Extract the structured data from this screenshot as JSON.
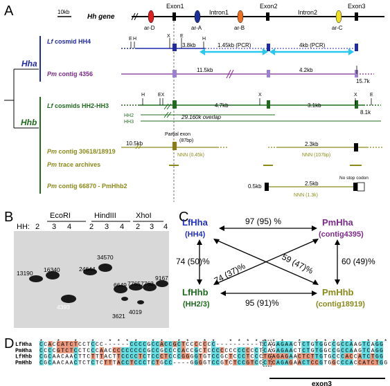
{
  "panel_letters": {
    "a": "A",
    "b": "B",
    "c": "C",
    "d": "D"
  },
  "panel_a": {
    "gene_label": "Hh gene",
    "scale": "10kb",
    "exons": [
      "Exon1",
      "Exon2",
      "Exon3"
    ],
    "introns": [
      "Intron1",
      "Intron2"
    ],
    "ar_elements": [
      "ar-D",
      "ar-A",
      "ar-B",
      "ar-C"
    ],
    "tree": {
      "hha": "Hha",
      "hhb": "Hhb"
    },
    "hha_rows": [
      {
        "species": "Lf",
        "name": "cosmid HH4"
      },
      {
        "species": "Pm",
        "name": "contig 4356"
      }
    ],
    "hha_lf_labels": {
      "e": "E",
      "h1": "H",
      "x": "X",
      "e2": "E",
      "h2": "H",
      "dist1": "3.8kb",
      "pcr1": "1.45kb (PCR)",
      "pcr2": "4kb (PCR)"
    },
    "hha_pm_labels": {
      "d1": "11.5kb",
      "d2": "4.2kb",
      "d3": "15.7k"
    },
    "hhb_lf": {
      "species": "Lf",
      "name": "cosmids HH2-HH3",
      "h": "H",
      "ex": "EX",
      "x": "X",
      "x2": "X",
      "e": "E",
      "d1": "4.7kb",
      "d2": "3.1kb",
      "d3": "8.1k",
      "hh2": "HH2",
      "hh3": "HH3",
      "overlap": "29.160k overlap"
    },
    "hhb_pm1": {
      "species": "Pm",
      "name": "contig 30618/18919",
      "d0": "10.5kb",
      "partial": "Partial exon",
      "partial_bp": "(87bp)",
      "nnn1": "NNN (0.45k)",
      "d2": "2.3kb",
      "nnn2": "NNN (107bp)"
    },
    "hhb_trace": {
      "species": "Pm",
      "name": "trace archives"
    },
    "hhb_pm2": {
      "species": "Pm",
      "name": "contig 66870 - PmHhb2",
      "d1": "0.5kb",
      "d2": "2.5kb",
      "nnn": "NNN (1.3k)",
      "nostop": "No stop codon"
    },
    "colors": {
      "hha_lf": "#1f2aa8",
      "hha_pm": "#7b2a8a",
      "pm_contig_bar": "#9b7fd3",
      "hhb": "#1e6b1e",
      "pm_olive": "#8a8a1a",
      "pcr": "#28c8f0",
      "ar_d": "#e02020",
      "ar_a": "#1a2fa0",
      "ar_b": "#f07020",
      "ar_c": "#f0e020"
    }
  },
  "panel_b": {
    "enzymes": [
      "EcoRI",
      "HindIII",
      "XhoI"
    ],
    "hh_label": "HH:",
    "lanes": [
      "2",
      "3",
      "4",
      "2",
      "3",
      "4",
      "2",
      "3",
      "4"
    ],
    "band_labels": [
      "13190",
      "16340",
      "4393",
      "24644",
      "34570",
      "6649",
      "7765",
      "7762",
      "9167",
      "3621",
      "4019"
    ]
  },
  "panel_c": {
    "nodes": {
      "lfhha": {
        "name": "LfHha",
        "sub": "(HH4)"
      },
      "pmhha": {
        "name": "PmHha",
        "sub": "(contig4395)"
      },
      "lfhhb": {
        "name": "LfHhb",
        "sub": "(HH2/3)"
      },
      "pmhhb": {
        "name": "PmHhb",
        "sub": "(contig18919)"
      }
    },
    "edges": {
      "top": "97 (95) %",
      "left": "74 (50)%",
      "right": "60 (49)%",
      "bottom": "95 (91)%",
      "diag1": "74 (37)%",
      "diag2": "59 (47)%"
    },
    "colors": {
      "lfhha": "#2030c0",
      "pmhha": "#7b2a8a",
      "lfhhb": "#1e6b1e",
      "pmhhb": "#8a8a1a"
    }
  },
  "panel_d": {
    "stars": "* *     *   *    ****       **      **    **                   ******* *   *****  *****  **",
    "rows": [
      {
        "name": "LfHha",
        "seq": "CCACCATCTCCTCCC------CCCCGCCACCGCTCCCCCCC----------TCAGAGAACTCTGTGGCCGCCAAGTCAGG"
      },
      {
        "name": "PmHha",
        "seq": "CCCCGTCTCCTCCCAACCCCCCCCCGCCGCCCCACCGCTCCCCCCCCCCCCTCAGAGAACTCTGTGGCCGCCAAGTCAGG"
      },
      {
        "name": "LfHhb",
        "seq": "CGCAACAACTTCTTTACTTCCCCTCTCCCTCCCGGGGTGTCCGCTCCCTCCCTGAGAGAACTCTTGTGCCCACCATCTGG"
      },
      {
        "name": "PmHhb",
        "seq": "CGCAACAACTCTCTCTTTACCTCCCTCTGCC----GGGGTCCGTCTCCGTCCCTCAGAGAACTCCGTGGCCCACCATCTGG"
      }
    ],
    "exon_label": "exon3"
  }
}
